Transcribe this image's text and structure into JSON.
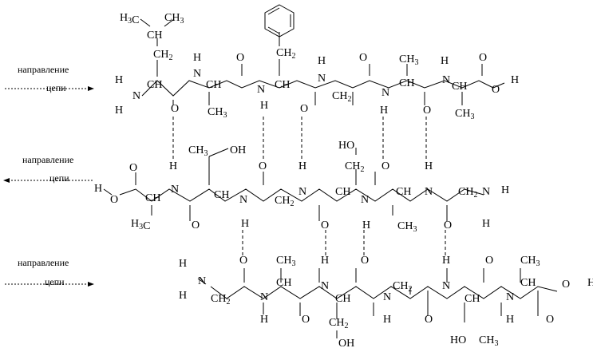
{
  "chain_direction_label": "направление",
  "chain_direction_word": "цепи",
  "colors": {
    "oxygen": "#e00000",
    "nitrogen": "#0000cc",
    "other": "#000000"
  },
  "chains": [
    {
      "direction": "right",
      "atoms": [
        {
          "t": "H3C"
        },
        {
          "t": "CH3"
        },
        {
          "t": "CH"
        },
        {
          "t": "CH2"
        },
        {
          "t": "N",
          "c": "nitrogen"
        },
        {
          "t": "H"
        },
        {
          "t": "H"
        },
        {
          "t": "CH"
        },
        {
          "t": "O",
          "c": "oxygen"
        },
        {
          "t": "N",
          "c": "nitrogen"
        },
        {
          "t": "H"
        },
        {
          "t": "CH"
        },
        {
          "t": "CH3"
        },
        {
          "t": "O",
          "c": "oxygen"
        },
        {
          "t": "CH2"
        },
        {
          "t": "CH"
        },
        {
          "t": "N",
          "c": "nitrogen"
        },
        {
          "t": "H"
        },
        {
          "t": "O",
          "c": "oxygen"
        },
        {
          "t": "N",
          "c": "nitrogen"
        },
        {
          "t": "H"
        },
        {
          "t": "CH2"
        },
        {
          "t": "O",
          "c": "oxygen"
        },
        {
          "t": "CH3"
        },
        {
          "t": "N",
          "c": "nitrogen"
        },
        {
          "t": "H"
        },
        {
          "t": "CH"
        },
        {
          "t": "O",
          "c": "oxygen"
        },
        {
          "t": "N",
          "c": "nitrogen"
        },
        {
          "t": "H"
        },
        {
          "t": "CH"
        },
        {
          "t": "CH3"
        },
        {
          "t": "O",
          "c": "oxygen"
        },
        {
          "t": "O",
          "c": "oxygen"
        },
        {
          "t": "H"
        }
      ]
    },
    {
      "direction": "left",
      "atoms": [
        {
          "t": "H"
        },
        {
          "t": "O",
          "c": "oxygen"
        },
        {
          "t": "O",
          "c": "oxygen"
        },
        {
          "t": "CH"
        },
        {
          "t": "H3C"
        },
        {
          "t": "H"
        },
        {
          "t": "N",
          "c": "nitrogen"
        },
        {
          "t": "O",
          "c": "oxygen"
        },
        {
          "t": "CH3"
        },
        {
          "t": "OH"
        },
        {
          "t": "CH"
        },
        {
          "t": "N",
          "c": "nitrogen"
        },
        {
          "t": "H"
        },
        {
          "t": "O",
          "c": "oxygen"
        },
        {
          "t": "CH2"
        },
        {
          "t": "H"
        },
        {
          "t": "N",
          "c": "nitrogen"
        },
        {
          "t": "O",
          "c": "oxygen"
        },
        {
          "t": "HO"
        },
        {
          "t": "CH2"
        },
        {
          "t": "CH"
        },
        {
          "t": "N",
          "c": "nitrogen"
        },
        {
          "t": "H"
        },
        {
          "t": "O",
          "c": "oxygen"
        },
        {
          "t": "CH"
        },
        {
          "t": "CH3"
        },
        {
          "t": "H"
        },
        {
          "t": "N",
          "c": "nitrogen"
        },
        {
          "t": "O",
          "c": "oxygen"
        },
        {
          "t": "CH2"
        },
        {
          "t": "N",
          "c": "nitrogen"
        },
        {
          "t": "H"
        },
        {
          "t": "H"
        }
      ]
    },
    {
      "direction": "right",
      "atoms": [
        {
          "t": "H"
        },
        {
          "t": "N",
          "c": "nitrogen"
        },
        {
          "t": "H"
        },
        {
          "t": "CH2"
        },
        {
          "t": "O",
          "c": "oxygen"
        },
        {
          "t": "N",
          "c": "nitrogen"
        },
        {
          "t": "H"
        },
        {
          "t": "CH3"
        },
        {
          "t": "CH"
        },
        {
          "t": "O",
          "c": "oxygen"
        },
        {
          "t": "H"
        },
        {
          "t": "N",
          "c": "nitrogen"
        },
        {
          "t": "CH"
        },
        {
          "t": "CH2"
        },
        {
          "t": "OH"
        },
        {
          "t": "O",
          "c": "oxygen"
        },
        {
          "t": "N",
          "c": "nitrogen"
        },
        {
          "t": "H"
        },
        {
          "t": "CH2"
        },
        {
          "t": "O",
          "c": "oxygen"
        },
        {
          "t": "H"
        },
        {
          "t": "N",
          "c": "nitrogen"
        },
        {
          "t": "CH"
        },
        {
          "t": "HO"
        },
        {
          "t": "CH3"
        },
        {
          "t": "O",
          "c": "oxygen"
        },
        {
          "t": "N",
          "c": "nitrogen"
        },
        {
          "t": "H"
        },
        {
          "t": "CH3"
        },
        {
          "t": "CH"
        },
        {
          "t": "O",
          "c": "oxygen"
        },
        {
          "t": "O",
          "c": "oxygen"
        },
        {
          "t": "H"
        }
      ]
    }
  ]
}
